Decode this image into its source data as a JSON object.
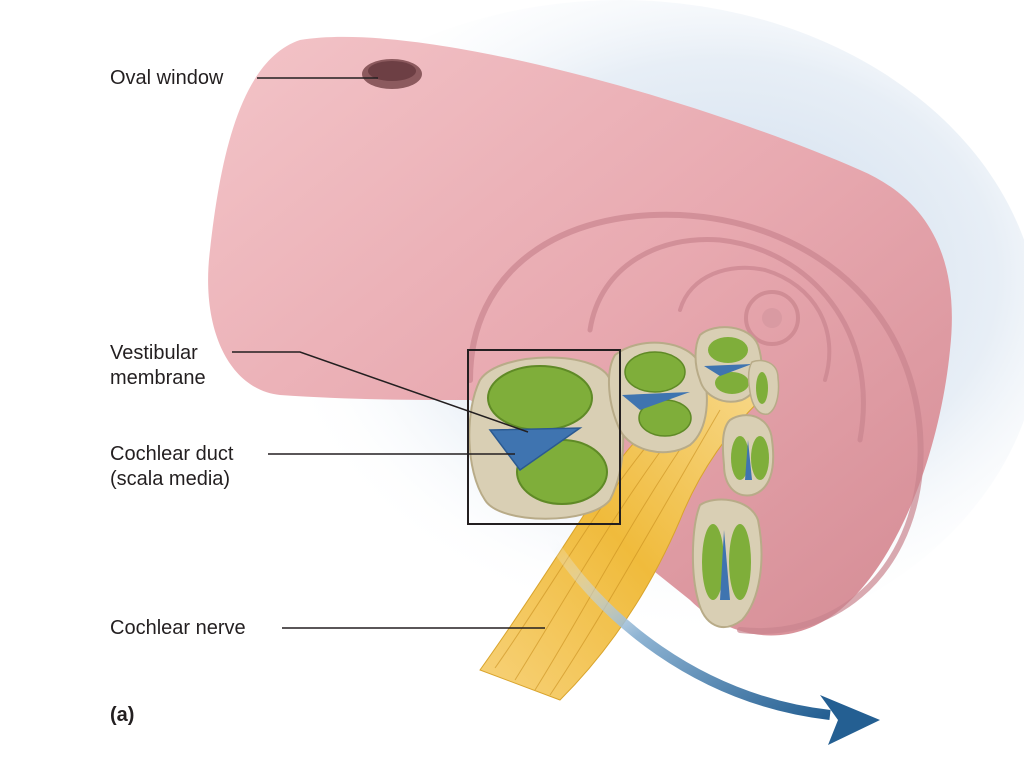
{
  "labels": {
    "oval_window": "Oval window",
    "vestibular_membrane_1": "Vestibular",
    "vestibular_membrane_2": "membrane",
    "cochlear_duct_1": "Cochlear duct",
    "cochlear_duct_2": "(scala media)",
    "cochlear_nerve": "Cochlear nerve",
    "panel": "(a)"
  },
  "colors": {
    "cochlea": "#e5a7ae",
    "cochlea_shadow": "#c98089",
    "scala_fluid": "#7fae3a",
    "duct": "#3f74b0",
    "nerve": "#f2c04a",
    "bone": "#d9cfb4",
    "background_glow": "#d6e2ef",
    "arrow": "#2f6d9e"
  }
}
